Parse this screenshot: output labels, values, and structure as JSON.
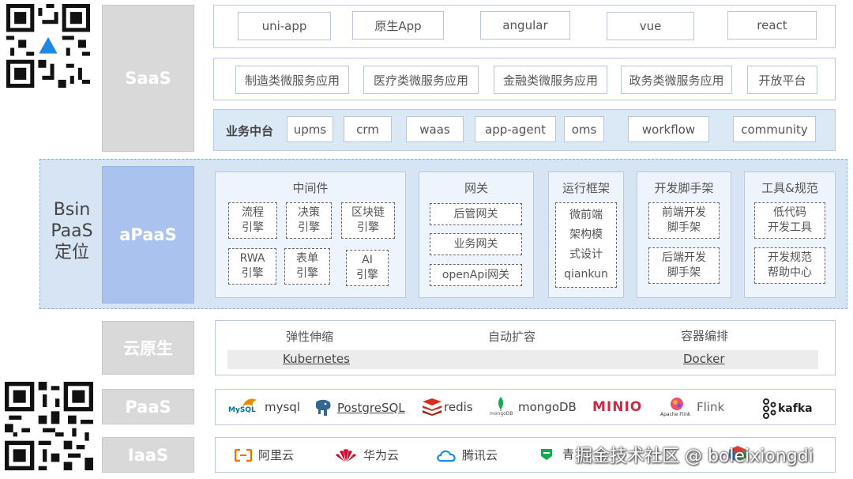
{
  "positioning": {
    "line1": "Bsin",
    "line2": "PaaS",
    "line3": "定位"
  },
  "layers": {
    "saas": "SaaS",
    "apaas": "aPaaS",
    "cloud_native": "云原生",
    "paas": "PaaS",
    "iaas": "IaaS"
  },
  "saas": {
    "frontends": [
      "uni-app",
      "原生App",
      "angular",
      "vue",
      "react"
    ],
    "apps": [
      "制造类微服务应用",
      "医疗类微服务应用",
      "金融类微服务应用",
      "政务类微服务应用",
      "开放平台"
    ],
    "middle_platform": {
      "label": "业务中台",
      "items": [
        "upms",
        "crm",
        "waas",
        "app-agent",
        "oms",
        "workflow",
        "community"
      ]
    }
  },
  "apaas": {
    "middleware": {
      "title": "中间件",
      "items": [
        {
          "l1": "流程",
          "l2": "引擎"
        },
        {
          "l1": "决策",
          "l2": "引擎"
        },
        {
          "l1": "区块链",
          "l2": "引擎"
        },
        {
          "l1": "RWA",
          "l2": "引擎"
        },
        {
          "l1": "表单",
          "l2": "引擎"
        },
        {
          "l1": "AI",
          "l2": "引擎"
        }
      ]
    },
    "gateway": {
      "title": "网关",
      "items": [
        "后管网关",
        "业务网关",
        "openApi网关"
      ]
    },
    "runtime": {
      "title": "运行框架",
      "lines": [
        "微前端",
        "架构模",
        "式设计",
        "qiankun"
      ]
    },
    "scaffold": {
      "title": "开发脚手架",
      "items": [
        {
          "l1": "前端开发",
          "l2": "脚手架"
        },
        {
          "l1": "后端开发",
          "l2": "脚手架"
        }
      ]
    },
    "tools": {
      "title": "工具&规范",
      "items": [
        {
          "l1": "低代码",
          "l2": "开发工具"
        },
        {
          "l1": "开发规范",
          "l2": "帮助中心"
        }
      ]
    }
  },
  "cloud_native": {
    "capabilities": [
      "弹性伸缩",
      "自动扩容",
      "容器编排"
    ],
    "tools": [
      "Kubernetes",
      "Docker"
    ]
  },
  "paas": {
    "mysql_logo": "MySQL",
    "mysql": "mysql",
    "postgres": "PostgreSQL",
    "redis": "redis",
    "mongo_logo": "mongoDB",
    "mongo": "mongoDB",
    "minio": "MINIO",
    "flink_logo": "Apache Flink",
    "flink": "Flink",
    "kafka": "kafka"
  },
  "iaas": {
    "aliyun": "阿里云",
    "huawei": "华为云",
    "tencent": "腾讯云",
    "qing": "青"
  },
  "watermark": "掘金技术社区 @ boleixiongdi",
  "colors": {
    "layer_gray": "#d9d9d9",
    "apaas_blue": "#a9c3ee",
    "panel_blue": "#dbe9f7",
    "redis": "#c6302b",
    "minio": "#c72c48",
    "aliyun": "#ff6a00",
    "huawei": "#cf0a2c",
    "tencent": "#1e88e5",
    "mongo": "#13aa52"
  }
}
